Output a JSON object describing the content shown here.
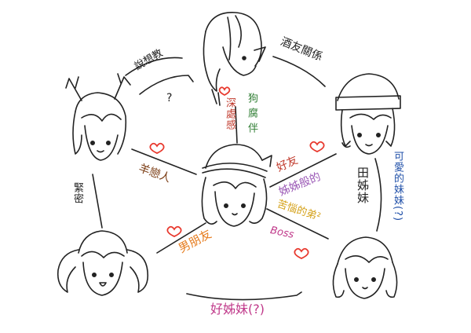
{
  "colors": {
    "line": "#222222",
    "heart": "#e8392e",
    "red": "#c0392b",
    "brown": "#7a3b12",
    "green": "#2e7d32",
    "blue": "#1f4fa8",
    "purple": "#9b59b6",
    "orange": "#e67e22",
    "magenta": "#c0398a",
    "gray": "#555555"
  },
  "characters": [
    {
      "id": "deer-girl",
      "icon": "antler-girl-icon"
    },
    {
      "id": "long-hair",
      "icon": "elf-ear-boy-icon"
    },
    {
      "id": "beanie",
      "icon": "beanie-girl-icon"
    },
    {
      "id": "center",
      "icon": "santa-hat-girl-icon"
    },
    {
      "id": "twintail",
      "icon": "twintail-girl-icon"
    },
    {
      "id": "short-hair",
      "icon": "short-hair-girl-icon"
    }
  ],
  "labels": {
    "top_left": "說想教",
    "question": "?",
    "top_right": "酒友關係",
    "upper_left_hearts": "深處感",
    "upper_mid_green": "狗 腐 伴",
    "deer_to_center": "羊戀人",
    "deer_to_twin": "緊密",
    "center_to_beanie": "好友",
    "center_sister_like": "姊姊般的",
    "center_troubled": "苦惱的弟²",
    "boss": "Boss",
    "vertical_mid": "田姊妹",
    "right_vertical": "可愛的妹妹(?)",
    "twin_to_center": "男朋友",
    "bottom": "好姊妹(?)"
  }
}
